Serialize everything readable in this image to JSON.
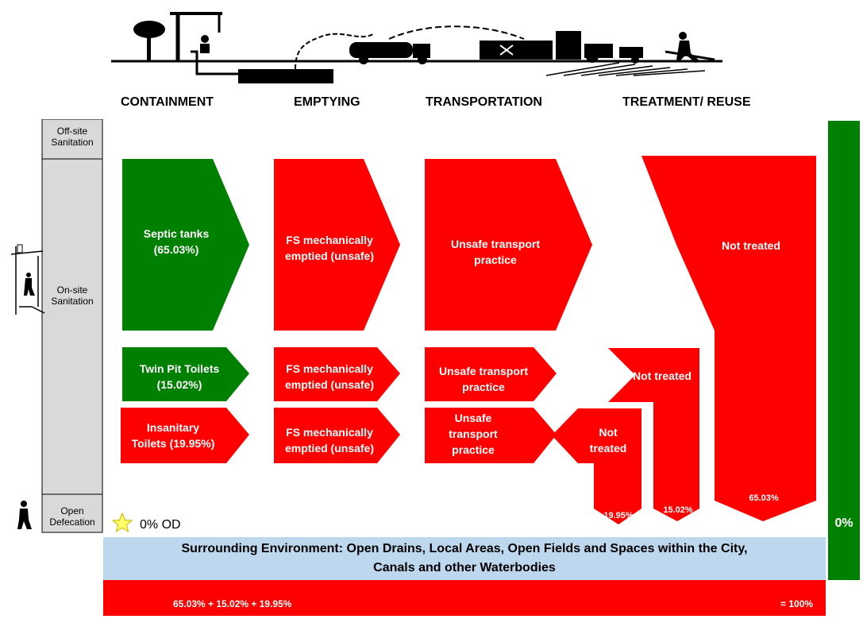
{
  "stages": [
    "CONTAINMENT",
    "EMPTYING",
    "TRANSPORTATION",
    "TREATMENT/ REUSE"
  ],
  "side_labels": {
    "offsite": [
      "Off-site",
      "Sanitation"
    ],
    "onsite": [
      "On-site",
      "Sanitation"
    ],
    "open": [
      "Open",
      "Defecation"
    ]
  },
  "containment": {
    "septic": [
      "Septic tanks",
      "(65.03%)"
    ],
    "twin_pit": [
      "Twin Pit Toilets",
      "(15.02%)"
    ],
    "insanitary": [
      "Insanitary",
      "Toilets (19.95%)"
    ]
  },
  "emptying": {
    "row1": [
      "FS mechanically",
      "emptied (unsafe)"
    ],
    "row2": [
      "FS mechanically",
      "emptied (unsafe)"
    ],
    "row3": [
      "FS mechanically",
      "emptied (unsafe)"
    ]
  },
  "transport": {
    "row1": [
      "Unsafe transport",
      "practice"
    ],
    "row2": [
      "Unsafe transport",
      "practice"
    ],
    "row3": [
      "Unsafe",
      "transport",
      "practice"
    ]
  },
  "treatment": {
    "row1": [
      "Not treated"
    ],
    "row2": [
      "Not treated"
    ],
    "row3": [
      "Not",
      "treated"
    ]
  },
  "flow_values": {
    "septic": "65.03%",
    "twin_pit": "15.02%",
    "insanitary": "19.95%"
  },
  "od_label": "0% OD",
  "environment": [
    "Surrounding Environment: Open Drains, Local Areas, Open Fields and Spaces within the City,",
    "Canals and other Waterbodies"
  ],
  "sum_left": "65.03% + 15.02% + 19.95%",
  "sum_right": "= 100%",
  "safe_percentage": "0%",
  "colors": {
    "unsafe": "#ff0000",
    "safe": "#008000",
    "environment": "#bdd7ee",
    "panel": "#d9d9d9",
    "star": "#ffff66"
  }
}
